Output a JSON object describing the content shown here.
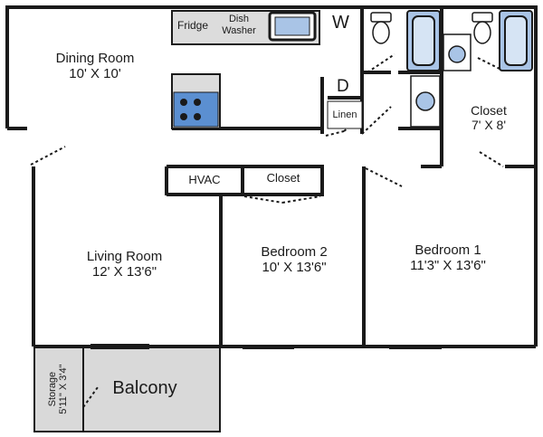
{
  "rooms": {
    "dining": {
      "name": "Dining Room",
      "size": "10' X 10'"
    },
    "living": {
      "name": "Living Room",
      "size": "12' X 13'6\""
    },
    "bedroom2": {
      "name": "Bedroom 2",
      "size": "10' X 13'6\""
    },
    "bedroom1": {
      "name": "Bedroom 1",
      "size": "11'3\" X 13'6\""
    },
    "closet_bath": {
      "name": "Closet",
      "size": "7' X 8'"
    },
    "balcony": {
      "name": "Balcony"
    },
    "storage": {
      "name": "Storage",
      "size": "5'11\" X 3'4\""
    }
  },
  "fixtures": {
    "fridge": "Fridge",
    "dishwasher_line1": "Dish",
    "dishwasher_line2": "Washer",
    "washer": "W",
    "dryer": "D",
    "linen": "Linen",
    "hvac": "HVAC",
    "closet_hall": "Closet"
  },
  "colors": {
    "wall": "#1a1a1a",
    "appliance_fill": "#dcdcdc",
    "stove_fill": "#5b8fd1",
    "fixture_blue": "#a9c4e6",
    "balcony_fill": "#d9d9d9"
  }
}
